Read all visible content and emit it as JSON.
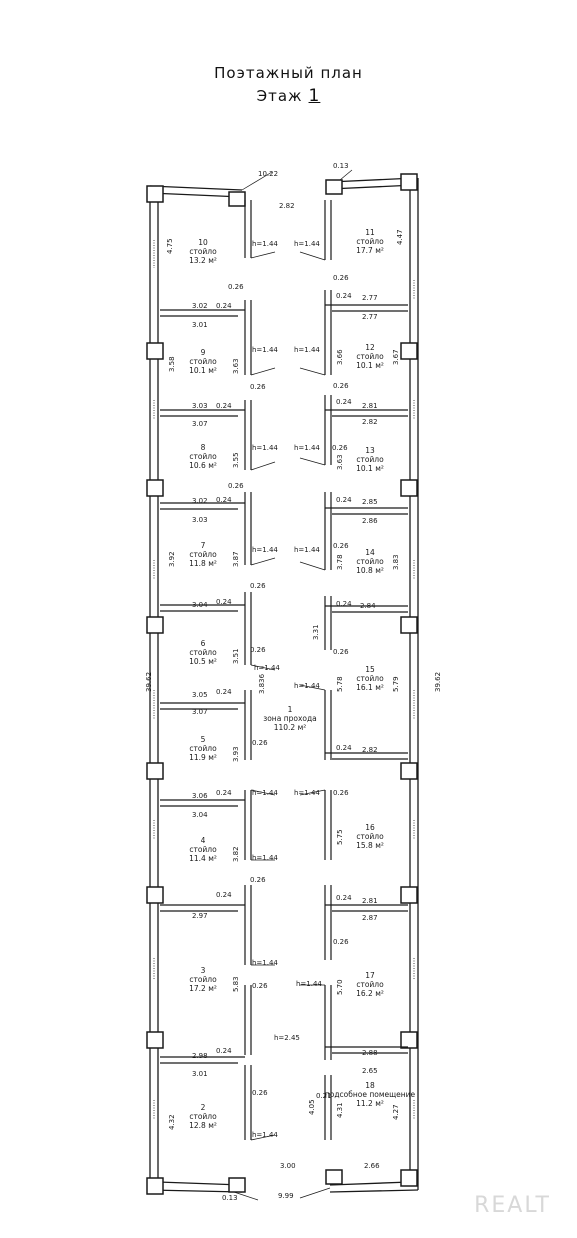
{
  "title": "Поэтажный план",
  "floor_label": "Этаж",
  "floor_number": "1",
  "watermark": "REALT",
  "colors": {
    "ink": "#1a1a1a",
    "background": "#ffffff"
  },
  "rooms": [
    {
      "num": "1",
      "name": "зона прохода",
      "area": "110.2 м²"
    },
    {
      "num": "2",
      "name": "стойло",
      "area": "12.8 м²"
    },
    {
      "num": "3",
      "name": "стойло",
      "area": "17.2 м²"
    },
    {
      "num": "4",
      "name": "стойло",
      "area": "11.4 м²"
    },
    {
      "num": "5",
      "name": "стойло",
      "area": "11.9 м²"
    },
    {
      "num": "6",
      "name": "стойло",
      "area": "10.5 м²"
    },
    {
      "num": "7",
      "name": "стойло",
      "area": "11.8 м²"
    },
    {
      "num": "8",
      "name": "стойло",
      "area": "10.6 м²"
    },
    {
      "num": "9",
      "name": "стойло",
      "area": "10.1 м²"
    },
    {
      "num": "10",
      "name": "стойло",
      "area": "13.2 м²"
    },
    {
      "num": "11",
      "name": "стойло",
      "area": "17.7 м²"
    },
    {
      "num": "12",
      "name": "стойло",
      "area": "10.1 м²"
    },
    {
      "num": "13",
      "name": "стойло",
      "area": "10.1 м²"
    },
    {
      "num": "14",
      "name": "стойло",
      "area": "10.8 м²"
    },
    {
      "num": "15",
      "name": "стойло",
      "area": "16.1 м²"
    },
    {
      "num": "16",
      "name": "стойло",
      "area": "15.8 м²"
    },
    {
      "num": "17",
      "name": "стойло",
      "area": "16.2 м²"
    },
    {
      "num": "18",
      "name": "подсобное помещение",
      "area": "11.2 м²"
    }
  ],
  "dimensions": [
    "10.22",
    "0.13",
    "2.82",
    "4.75",
    "h=1.44",
    "h=1.44",
    "4.47",
    "0.26",
    "3.02",
    "0.24",
    "3.01",
    "3.58",
    "3.63",
    "h=1.44",
    "0.26",
    "0.24",
    "2.77",
    "2.77",
    "h=1.44",
    "3.66",
    "3.67",
    "0.26",
    "3.03",
    "0.24",
    "3.07",
    "3.55",
    "h=1.44",
    "0.26",
    "0.24",
    "2.81",
    "2.82",
    "h=1.44",
    "0.26",
    "3.63",
    "0.26",
    "3.02",
    "0.24",
    "3.03",
    "3.92",
    "3.87",
    "h=1.44",
    "0.24",
    "2.85",
    "2.86",
    "h=1.44",
    "0.26",
    "3.78",
    "3.83",
    "0.26",
    "3.04",
    "0.24",
    "3.51",
    "0.26",
    "h=1.44",
    "0.24",
    "2.84",
    "3.31",
    "0.26",
    "39.62",
    "39.62",
    "3.05",
    "0.24",
    "3.07",
    "3.836",
    "h=1.44",
    "5.78",
    "5.79",
    "3.93",
    "0.26",
    "0.24",
    "2.82",
    "3.06",
    "0.24",
    "h=1.44",
    "h=1.44",
    "0.26",
    "3.04",
    "3.82",
    "h=1.44",
    "5.75",
    "0.26",
    "0.24",
    "2.97",
    "0.24",
    "2.81",
    "2.87",
    "0.26",
    "h=1.44",
    "5.83",
    "0.26",
    "h=1.44",
    "5.70",
    "h=2.45",
    "2.98",
    "0.24",
    "2.88",
    "2.65",
    "3.01",
    "0.26",
    "0.21",
    "4.32",
    "4.05",
    "4.31",
    "4.27",
    "h=1.44",
    "3.00",
    "2.66",
    "0.13",
    "9.99"
  ]
}
